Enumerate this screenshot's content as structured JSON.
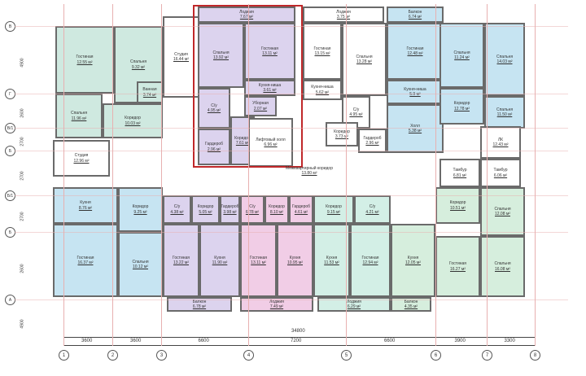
{
  "rooms": [
    {
      "name": "Гостиная",
      "area": "12.55 м²",
      "color": "#cfe9e0"
    },
    {
      "name": "Спальня",
      "area": "9.32 м²",
      "color": "#cfe9e0"
    },
    {
      "name": "Спальня",
      "area": "11.96 м²",
      "color": "#cfe9e0"
    },
    {
      "name": "Коридор",
      "area": "10.03 м²",
      "color": "#cfe9e0"
    },
    {
      "name": "Ванная",
      "area": "3.74 м²",
      "color": "#cfe9e0"
    },
    {
      "name": "Студия",
      "area": "16.44 м²",
      "color": "#ffffff"
    },
    {
      "name": "Студия",
      "area": "12.96 м²",
      "color": "#ffffff"
    },
    {
      "name": "Лоджия",
      "area": "7.67 м²",
      "color": "#dcd3ee"
    },
    {
      "name": "Спальня",
      "area": "13.92 м²",
      "color": "#dcd3ee"
    },
    {
      "name": "Гостиная",
      "area": "13.11 м²",
      "color": "#dcd3ee"
    },
    {
      "name": "Кухня-ниша",
      "area": "3.61 м²",
      "color": "#dcd3ee"
    },
    {
      "name": "Уборная",
      "area": "2.07 м²",
      "color": "#dcd3ee"
    },
    {
      "name": "С/у",
      "area": "4.95 м²",
      "color": "#dcd3ee"
    },
    {
      "name": "Коридор",
      "area": "7.61 м²",
      "color": "#dcd3ee"
    },
    {
      "name": "Гардероб",
      "area": "2.96 м²",
      "color": "#dcd3ee"
    },
    {
      "name": "Лифтовый холл",
      "area": "6.96 м²",
      "color": "#ffffff"
    },
    {
      "name": "Гостиная",
      "area": "13.15 м²",
      "color": "#ffffff"
    },
    {
      "name": "Спальня",
      "area": "13.28 м²",
      "color": "#ffffff"
    },
    {
      "name": "Кухня-ниша",
      "area": "5.62 м²",
      "color": "#ffffff"
    },
    {
      "name": "С/у",
      "area": "4.95 м²",
      "color": "#ffffff"
    },
    {
      "name": "Коридор",
      "area": "3.73 м²",
      "color": "#ffffff"
    },
    {
      "name": "Гардероб",
      "area": "2.96 м²",
      "color": "#ffffff"
    },
    {
      "name": "Лоджия",
      "area": "3.75 м²",
      "color": "#ffffff"
    },
    {
      "name": "Балкон",
      "area": "6.74 м²",
      "color": "#c6e4f2"
    },
    {
      "name": "Гостиная",
      "area": "12.48 м²",
      "color": "#c6e4f2"
    },
    {
      "name": "Кухня-ниша",
      "area": "5.9 м²",
      "color": "#c6e4f2"
    },
    {
      "name": "Холл",
      "area": "5.38 м²",
      "color": "#c6e4f2"
    },
    {
      "name": "Спальня",
      "area": "11.24 м²",
      "color": "#c6e4f2"
    },
    {
      "name": "Спальня",
      "area": "14.03 м²",
      "color": "#c6e4f2"
    },
    {
      "name": "Коридор",
      "area": "12.78 м²",
      "color": "#c6e4f2"
    },
    {
      "name": "Спальня",
      "area": "11.50 м²",
      "color": "#c6e4f2"
    },
    {
      "name": "ЛК",
      "area": "12.43 м²",
      "color": "#ffffff"
    },
    {
      "name": "Тамбур",
      "area": "6.81 м²",
      "color": "#ffffff"
    },
    {
      "name": "Тамбур",
      "area": "6.06 м²",
      "color": "#ffffff"
    },
    {
      "name": "Кухня",
      "area": "8.76 м²",
      "color": "#c6e4f2"
    },
    {
      "name": "Коридор",
      "area": "9.25 м²",
      "color": "#c6e4f2"
    },
    {
      "name": "Гостиная",
      "area": "16.37 м²",
      "color": "#c6e4f2"
    },
    {
      "name": "Спальня",
      "area": "10.12 м²",
      "color": "#c6e4f2"
    },
    {
      "name": "С/у",
      "area": "4.38 м²",
      "color": "#dcd3ee"
    },
    {
      "name": "Коридор",
      "area": "5.05 м²",
      "color": "#dcd3ee"
    },
    {
      "name": "Гардероб",
      "area": "3.98 м²",
      "color": "#dcd3ee"
    },
    {
      "name": "Гостиная",
      "area": "13.22 м²",
      "color": "#dcd3ee"
    },
    {
      "name": "Кухня",
      "area": "11.90 м²",
      "color": "#dcd3ee"
    },
    {
      "name": "Балкон",
      "area": "6.78 м²",
      "color": "#dcd3ee"
    },
    {
      "name": "С/у",
      "area": "6.78 м²",
      "color": "#f1cde6"
    },
    {
      "name": "Коридор",
      "area": "8.10 м²",
      "color": "#f1cde6"
    },
    {
      "name": "Гардероб",
      "area": "4.61 м²",
      "color": "#f1cde6"
    },
    {
      "name": "Гостиная",
      "area": "13.11 м²",
      "color": "#f1cde6"
    },
    {
      "name": "Кухня",
      "area": "10.95 м²",
      "color": "#f1cde6"
    },
    {
      "name": "Лоджия",
      "area": "7.49 м²",
      "color": "#f1cde6"
    },
    {
      "name": "Коридор",
      "area": "9.15 м²",
      "color": "#d3efe6"
    },
    {
      "name": "С/у",
      "area": "4.21 м²",
      "color": "#d3efe6"
    },
    {
      "name": "Кухня",
      "area": "11.53 м²",
      "color": "#d3efe6"
    },
    {
      "name": "Гостиная",
      "area": "12.94 м²",
      "color": "#d3efe6"
    },
    {
      "name": "Лоджия",
      "area": "6.29 м²",
      "color": "#d3efe6"
    },
    {
      "name": "Кухня",
      "area": "12.05 м²",
      "color": "#d6eedd"
    },
    {
      "name": "Коридор",
      "area": "10.51 м²",
      "color": "#d6eedd"
    },
    {
      "name": "Спальня",
      "area": "12.08 м²",
      "color": "#d6eedd"
    },
    {
      "name": "Гостиная",
      "area": "16.27 м²",
      "color": "#d6eedd"
    },
    {
      "name": "Спальня",
      "area": "16.08 м²",
      "color": "#d6eedd"
    },
    {
      "name": "Балкон",
      "area": "4.35 м²",
      "color": "#d6eedd"
    }
  ],
  "corridor": {
    "name": "Межквартирный коридор",
    "area": "13.80 м²"
  },
  "axes_x": [
    "1",
    "2",
    "3",
    "4",
    "5",
    "6",
    "7",
    "8"
  ],
  "axes_y": [
    "В",
    "Г",
    "В/1",
    "Б",
    "Б/1",
    "Б",
    "А"
  ],
  "dims_x": [
    "3600",
    "3600",
    "6600",
    "7200",
    "6600",
    "3900",
    "3300"
  ],
  "total_dim": "34800",
  "dims_y": [
    "4900",
    "2600",
    "2700",
    "2700",
    "2700",
    "2600",
    "4900"
  ],
  "highlight_color": "#c0282a"
}
